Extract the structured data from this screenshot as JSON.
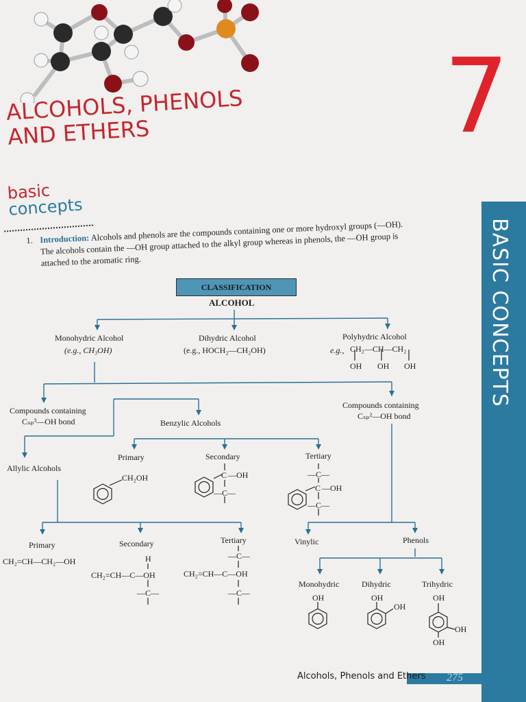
{
  "chapter": {
    "number": "7",
    "title_line1": "ALCOHOLS, PHENOLS",
    "title_line2": "AND ETHERS"
  },
  "logo": {
    "line1": "basic",
    "line2": "concepts"
  },
  "sidebar": {
    "label": "BASIC CONCEPTS"
  },
  "intro": {
    "number": "1.",
    "heading": "Introduction:",
    "text1": "Alcohols and phenols are the compounds containing one or more hydroxyl groups (—OH).",
    "text2": "The alcohols contain the —OH group attached to the alkyl group whereas in phenols, the —OH group is",
    "text3": "attached to the aromatic ring."
  },
  "diagram": {
    "classification": "CLASSIFICATION",
    "alcohol": "ALCOHOL",
    "mono": {
      "name": "Monohydric Alcohol",
      "eg": "(e.g., CH₃OH)"
    },
    "di": {
      "name": "Dihydric Alcohol",
      "eg": "(e.g., HOCH₂—CH₂OH)"
    },
    "poly": {
      "name": "Polyhydric Alcohol",
      "eg_prefix": "e.g.,",
      "chain": "CH₂—CH—CH₂",
      "oh": [
        "OH",
        "OH",
        "OH"
      ]
    },
    "sp3": {
      "line1": "Compounds containing",
      "line2": "Cₛₚ³—OH bond"
    },
    "sp2": {
      "line1": "Compounds containing",
      "line2": "Cₛₚ²—OH bond"
    },
    "benzylic": "Benzylic Alcohols",
    "allylic": "Allylic Alcohols",
    "benz_primary": {
      "label": "Primary",
      "group": "CH₂OH"
    },
    "benz_secondary": {
      "label": "Secondary",
      "c": "C",
      "oh": "—OH",
      "sub": "—C—"
    },
    "benz_tertiary": {
      "label": "Tertiary",
      "top": "—C—",
      "c": "C",
      "oh": "—OH",
      "sub": "—C—"
    },
    "allyl_primary": {
      "label": "Primary",
      "formula": "CH₂=CH—CH₂—OH"
    },
    "allyl_secondary": {
      "label": "Secondary",
      "h": "H",
      "formula": "CH₂=CH—C—OH",
      "sub": "—C—"
    },
    "allyl_tertiary": {
      "label": "Tertiary",
      "top": "—C—",
      "formula": "CH₂=CH—C—OH",
      "sub": "—C—"
    },
    "vinylic": "Vinylic",
    "phenols": {
      "label": "Phenols",
      "mono": "Monohydric",
      "di": "Dihydric",
      "tri": "Trihydric",
      "oh": "OH"
    }
  },
  "footer": {
    "running_title": "Alcohols, Phenols and Ethers",
    "page": "275"
  },
  "colors": {
    "accent_red": "#e0222a",
    "accent_blue": "#2c7aa0",
    "classification_bg": "#4f95b6"
  }
}
